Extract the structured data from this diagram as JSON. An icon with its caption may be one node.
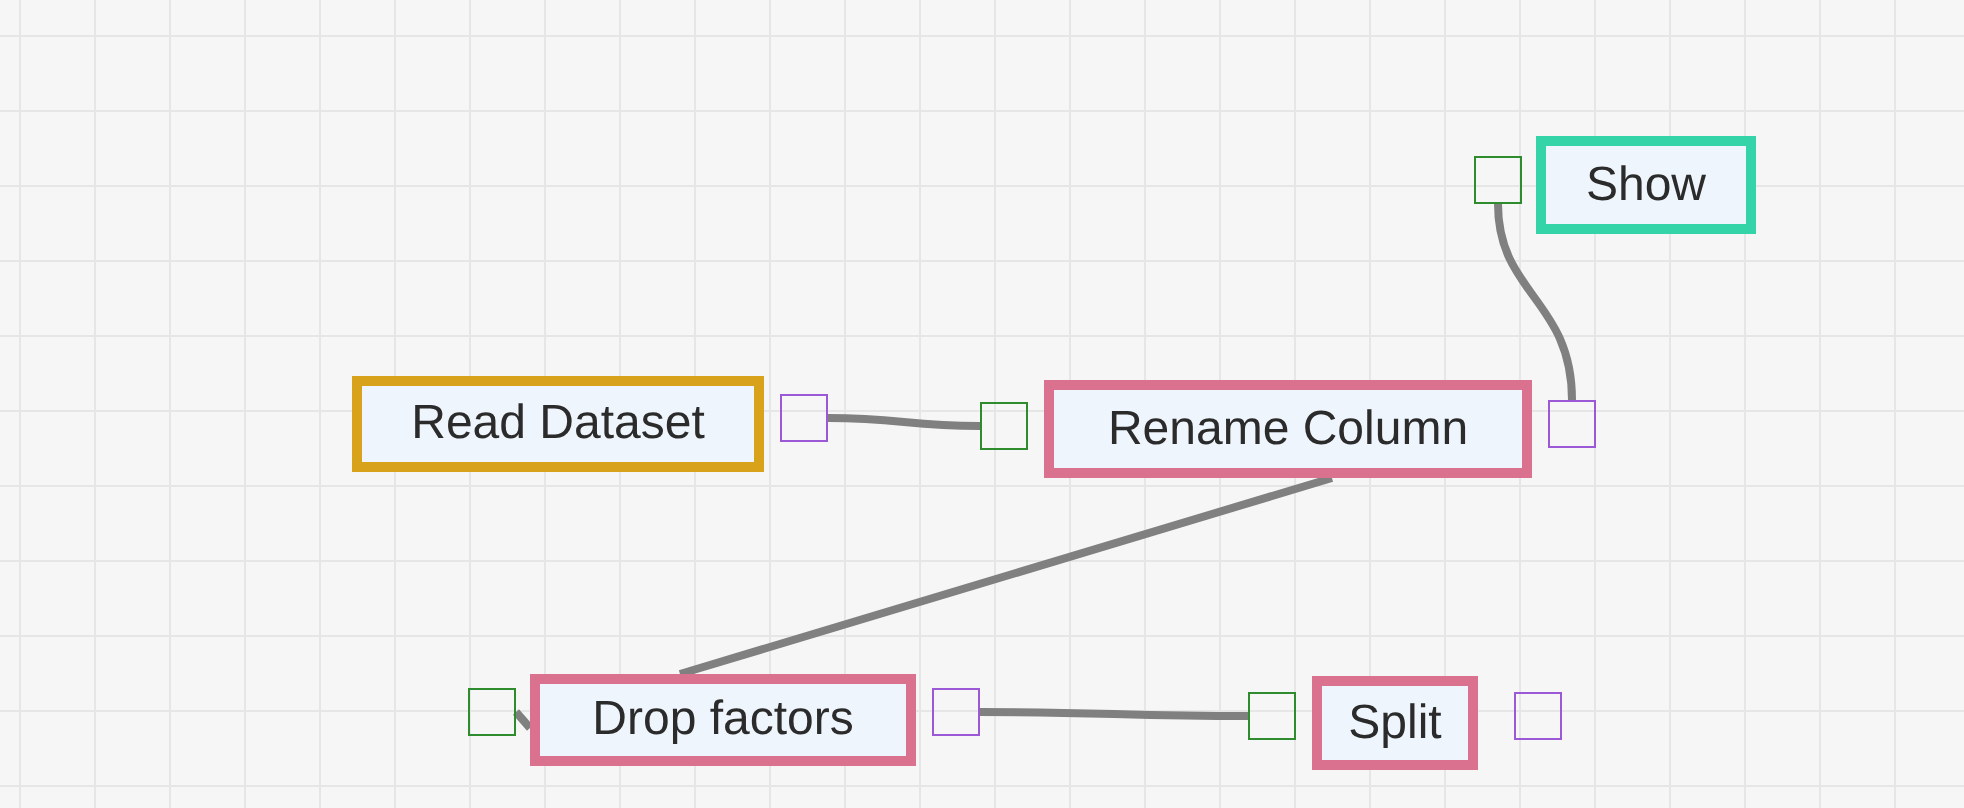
{
  "diagram": {
    "nodes": [
      {
        "text": [],
        "shape": "box"
      },
      {
        "text": [
          "Show"
        ]
      },
      {
        "text": [
          "Read Dataset"
        ]
      },
      {
        "text": [],
        "shape": "box"
      },
      {
        "text": [],
        "shape": "box"
      },
      {
        "text": [
          "Rename Column"
        ]
      },
      {
        "text": [],
        "shape": "box"
      },
      {
        "text": [],
        "shape": "box"
      },
      {
        "text": [
          "Drop factors"
        ]
      },
      {
        "text": [],
        "shape": "box"
      },
      {
        "text": [],
        "shape": "box"
      },
      {
        "text": [
          "Split"
        ]
      },
      {
        "text": [],
        "shape": "box"
      }
    ],
    "edges": [
      {
        "from": 3,
        "to": 4,
        "arrow": "none"
      },
      {
        "from": 6,
        "to": 0,
        "arrow": "none"
      },
      {
        "from": 5,
        "to": 8,
        "arrow": "none"
      },
      {
        "from": 7,
        "to": 8,
        "arrow": "none"
      },
      {
        "from": 9,
        "to": 10,
        "arrow": "none"
      }
    ]
  }
}
